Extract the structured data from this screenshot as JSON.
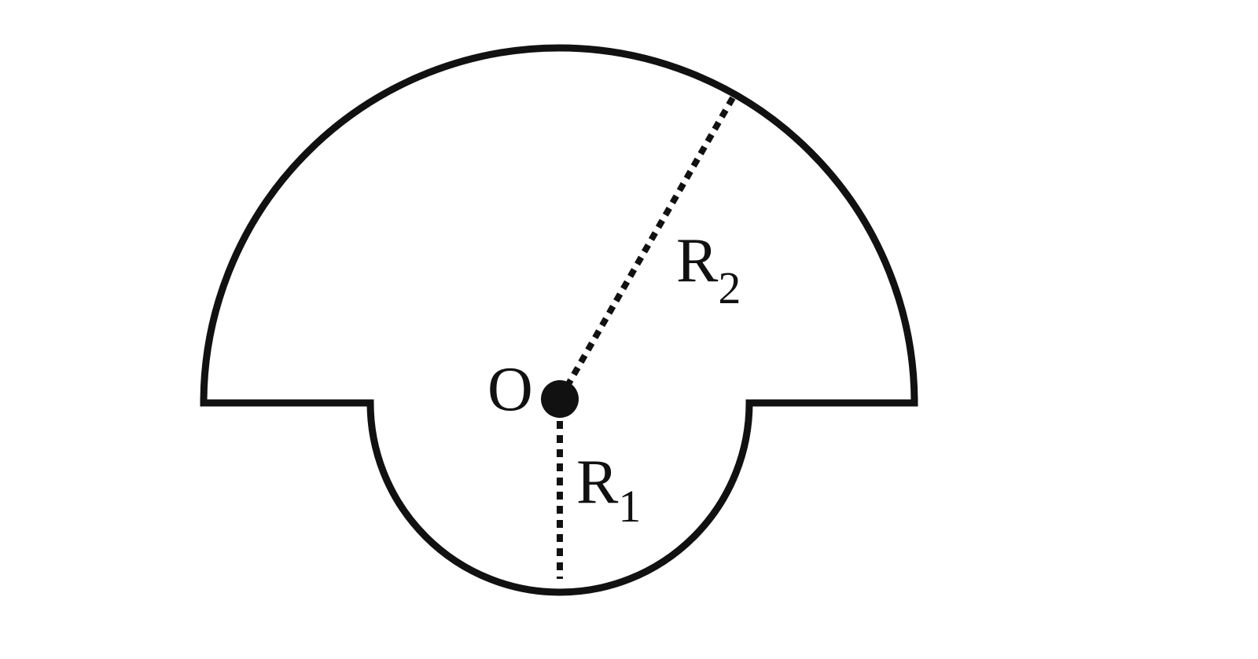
{
  "labels": {
    "center": "O",
    "outer_radius": {
      "letter": "R",
      "subscript": "2"
    },
    "inner_radius": {
      "letter": "R",
      "subscript": "1"
    }
  },
  "colors": {
    "stroke": "#111111",
    "background": "#ffffff"
  }
}
